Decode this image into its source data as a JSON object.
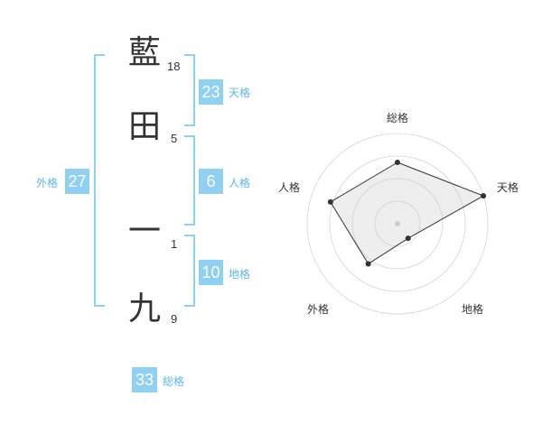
{
  "name": {
    "characters": [
      {
        "char": "藍",
        "strokes": "18"
      },
      {
        "char": "田",
        "strokes": "5"
      },
      {
        "char": "一",
        "strokes": "1"
      },
      {
        "char": "九",
        "strokes": "9"
      }
    ]
  },
  "fortune": {
    "tenkaku": {
      "value": "23",
      "label": "天格"
    },
    "jinkaku": {
      "value": "6",
      "label": "人格"
    },
    "chikaku": {
      "value": "10",
      "label": "地格"
    },
    "gaikaku": {
      "value": "27",
      "label": "外格"
    },
    "soukaku": {
      "value": "33",
      "label": "総格"
    }
  },
  "colors": {
    "accent": "#8fd0f3",
    "label_text": "#5bb8ea"
  },
  "chart_data": {
    "type": "radar",
    "axes": [
      "総格",
      "天格",
      "地格",
      "外格",
      "人格"
    ],
    "values": [
      0.68,
      1.0,
      0.2,
      0.55,
      0.78
    ],
    "rings": 4
  }
}
